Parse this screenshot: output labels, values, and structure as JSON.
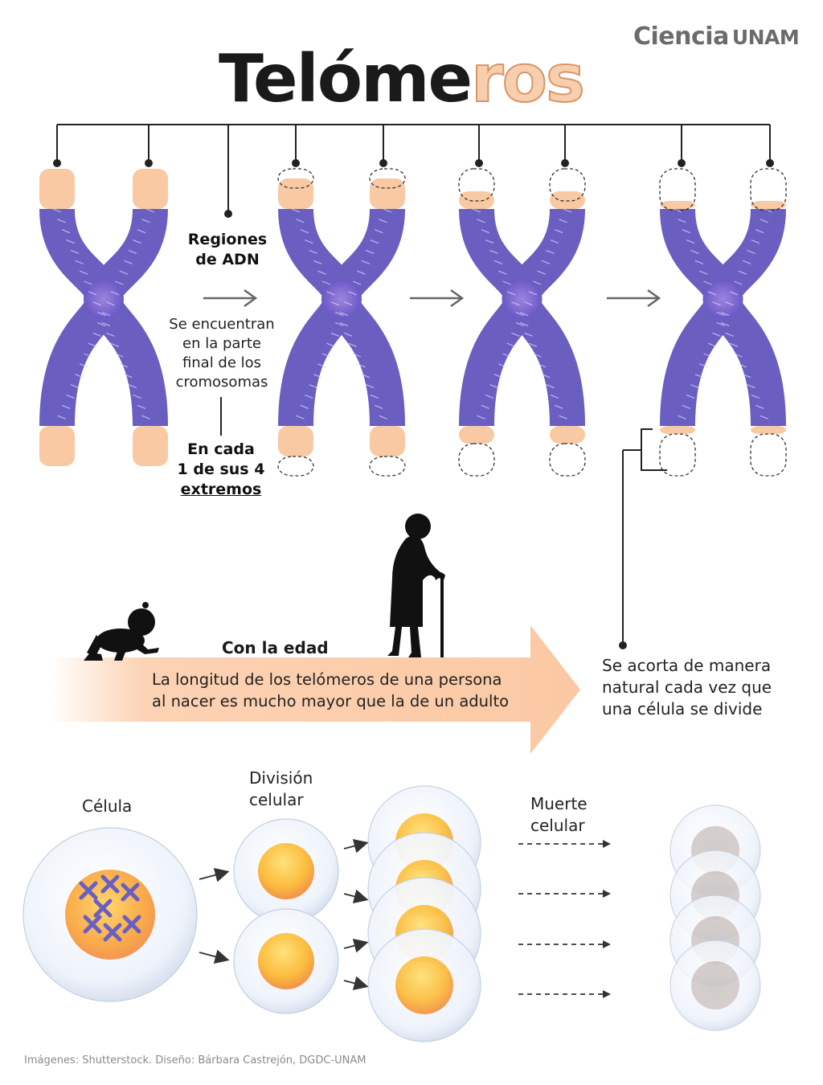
{
  "brand": {
    "name": "Ciencia",
    "suffix": "UNAM"
  },
  "title": {
    "main": "Telóme",
    "fading": "ros"
  },
  "labels": {
    "regions_line1": "Regiones",
    "regions_line2": "de ADN",
    "found_line1": "Se encuentran",
    "found_line2": "en la parte",
    "found_line3": "final de los",
    "found_line4": "cromosomas",
    "each_line1": "En cada",
    "each_line2": "1 de sus 4",
    "each_line3": "extremos",
    "shorten_line1": "Se acorta de manera",
    "shorten_line2": "natural cada vez que",
    "shorten_line3": "una célula se divide"
  },
  "age": {
    "heading": "Con la edad",
    "line1": "La longitud de los telómeros de una persona",
    "line2": "al nacer es mucho mayor que la de un adulto"
  },
  "cells": {
    "cell_label": "Célula",
    "division_line1": "División",
    "division_line2": "celular",
    "death_line1": "Muerte",
    "death_line2": "celular"
  },
  "credit": "Imágenes: Shutterstock. Diseño: Bárbara Castrejón, DGDC-UNAM",
  "colors": {
    "chromosome": "#6a5fc1",
    "telomere": "#f8c9a3",
    "arrow_band": "#fcd0b0",
    "cell_nucleus": "#f7a33a",
    "dead_nucleus": "#c9c2c0"
  },
  "icons": [
    "baby-silhouette-icon",
    "elderly-person-silhouette-icon"
  ]
}
